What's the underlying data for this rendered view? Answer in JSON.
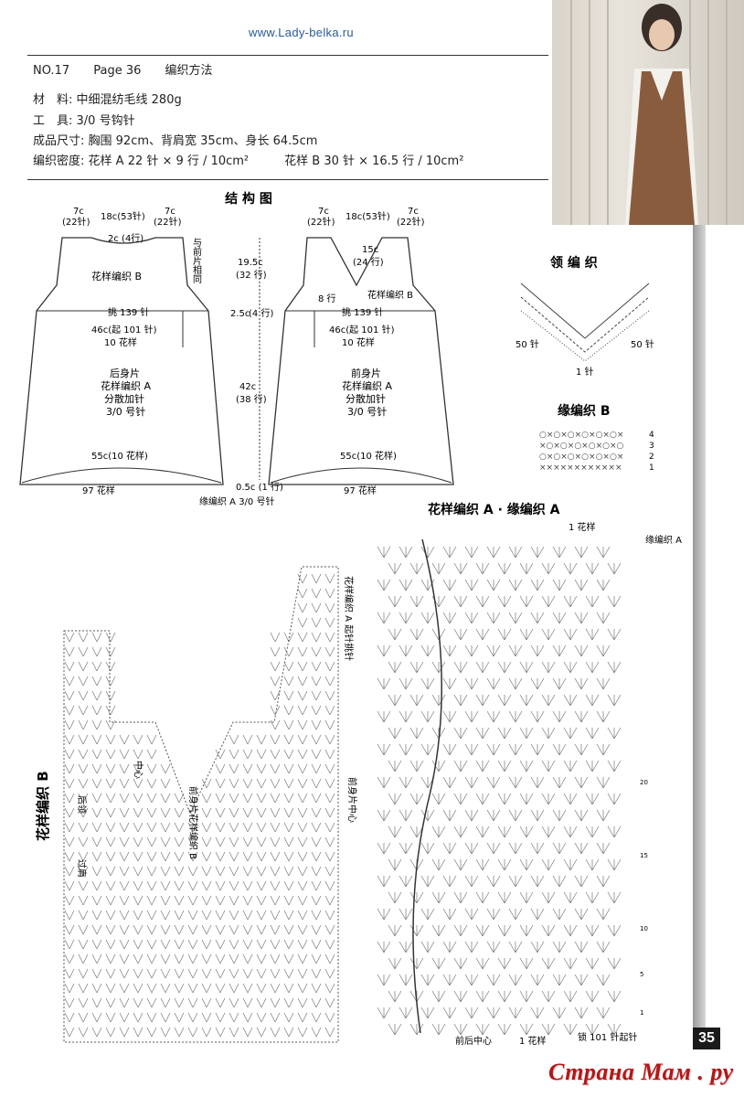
{
  "site": "www.Lady-belka.ru",
  "header": {
    "no": "NO.17",
    "page": "Page 36",
    "method": "编织方法"
  },
  "specs": [
    {
      "label": "材　料:",
      "value": "中细混纺毛线 280g"
    },
    {
      "label": "工　具:",
      "value": "3/0 号钩针"
    },
    {
      "label": "成品尺寸:",
      "value": "胸围 92cm、背肩宽 35cm、身长 64.5cm"
    },
    {
      "label": "编织密度:",
      "value": "花样 A  22 针 × 9 行 / 10cm²　　　花样 B  30 针 × 16.5 行 / 10cm²"
    }
  ],
  "structure": {
    "title": "结 构 图",
    "back": {
      "top_left": "7c",
      "top_left_sub": "(22针)",
      "top_mid": "18c(53针)",
      "top_right": "7c",
      "top_right_sub": "(22针)",
      "neck": "2c (4行)",
      "yoke": "花样编织 B",
      "side_note": "与前片相同",
      "pick": "挑 139 针",
      "width": "46c(起 101 针)",
      "repeats": "10 花样",
      "body1": "后身片",
      "body2": "花样编织 A",
      "body3": "分散加针",
      "body4": "3/0 号针",
      "hem": "55c(10 花样)",
      "bottom": "97 花样"
    },
    "middle": {
      "h1": "19.5c",
      "h1s": "(32 行)",
      "h2": "2.5c",
      "h2s": "(4 行)",
      "h3": "42c",
      "h3s": "(38 行)",
      "h4": "0.5c (1 行)",
      "edge": "缘编织 A  3/0 号针"
    },
    "front": {
      "top_left": "7c",
      "top_left_sub": "(22针)",
      "top_mid": "18c(53针)",
      "top_right": "7c",
      "top_right_sub": "(22针)",
      "v": "15c",
      "vs": "(24 行)",
      "rows8": "8 行",
      "yoke": "花样编织 B",
      "pick": "挑 139 针",
      "width": "46c(起 101 针)",
      "repeats": "10 花样",
      "body1": "前身片",
      "body2": "花样编织 A",
      "body3": "分散加针",
      "body4": "3/0 号针",
      "hem": "55c(10 花样)",
      "bottom": "97 花样"
    }
  },
  "neck_edge": {
    "title": "领 编 织",
    "left": "50 针",
    "right": "50 针",
    "bottom": "1 针"
  },
  "edge_b": {
    "title": "缘编织 B",
    "rows": [
      "4",
      "3",
      "2",
      "1"
    ]
  },
  "pattern_a": {
    "title": "花样编织 A · 缘编织 A",
    "top": "1 花样",
    "edge": "缘编织 A",
    "bottom_center": "前后中心",
    "bottom_repeat": "1 花样",
    "bottom_right": "锁 101 针起针",
    "marks": [
      "20",
      "15",
      "10",
      "5",
      "1"
    ]
  },
  "pattern_b": {
    "title": "花样编织 B",
    "back_neck": "后领",
    "center": "中心",
    "over": "过肩",
    "front_label": "前身片花样编织 B",
    "right1": "花样编织 A 起针挑针",
    "right2": "前身片中心"
  },
  "page_number": "35",
  "watermark": "Страна Мам . ру"
}
